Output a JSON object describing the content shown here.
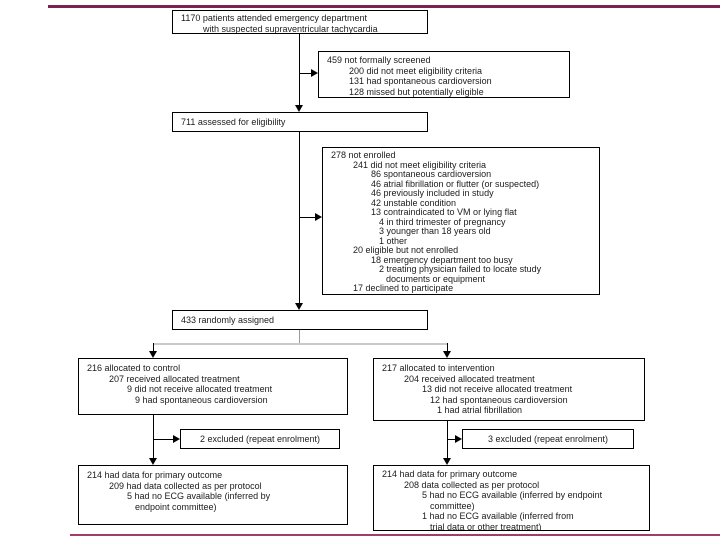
{
  "figure": {
    "type": "consort-flow-diagram",
    "colors": {
      "top_rule": "#7c2150",
      "bottom_rule": "#a23c68",
      "box_border": "#000000",
      "text": "#1b1b1b",
      "background": "#ffffff",
      "faded_connector": "#9a9a9a"
    },
    "boxes": {
      "attended": {
        "lines": [
          {
            "t": "1170 patients attended emergency department",
            "i": 0
          },
          {
            "t": "with suspected supraventricular tachycardia",
            "i": 1
          }
        ]
      },
      "not_screened": {
        "lines": [
          {
            "t": "459 not formally screened",
            "i": 0
          },
          {
            "t": "200 did not meet eligibility criteria",
            "i": 1
          },
          {
            "t": "131 had spontaneous cardioversion",
            "i": 1
          },
          {
            "t": "128 missed but potentially eligible",
            "i": 1
          }
        ]
      },
      "assessed": {
        "lines": [
          {
            "t": "711 assessed for eligibility",
            "i": 0
          }
        ]
      },
      "not_enrolled": {
        "lines": [
          {
            "t": "278 not enrolled",
            "i": 0
          },
          {
            "t": "241 did not meet eligibility criteria",
            "i": 1
          },
          {
            "t": "86 spontaneous cardioversion",
            "i": 2
          },
          {
            "t": "46 atrial fibrillation or flutter (or suspected)",
            "i": 2
          },
          {
            "t": "46 previously included in study",
            "i": 2
          },
          {
            "t": "42 unstable condition",
            "i": 2
          },
          {
            "t": "13 contraindicated to VM or lying flat",
            "i": 2
          },
          {
            "t": "4 in third trimester of pregnancy",
            "i": 3
          },
          {
            "t": "3 younger than 18 years old",
            "i": 3
          },
          {
            "t": "1 other",
            "i": 3
          },
          {
            "t": "20 eligible but not enrolled",
            "i": 1
          },
          {
            "t": "18 emergency department too busy",
            "i": 2
          },
          {
            "t": "2 treating physician failed to locate study",
            "i": 3
          },
          {
            "t": "documents or equipment",
            "i": 4
          },
          {
            "t": "17 declined to participate",
            "i": 1
          }
        ]
      },
      "randomized": {
        "lines": [
          {
            "t": "433 randomly assigned",
            "i": 0
          }
        ]
      },
      "control": {
        "lines": [
          {
            "t": "216 allocated to control",
            "i": 0
          },
          {
            "t": "207 received allocated treatment",
            "i": 1
          },
          {
            "t": "9 did not receive allocated treatment",
            "i": 2
          },
          {
            "t": "9 had spontaneous cardioversion",
            "i": 3
          }
        ]
      },
      "intervention": {
        "lines": [
          {
            "t": "217 allocated to intervention",
            "i": 0
          },
          {
            "t": "204 received allocated treatment",
            "i": 1
          },
          {
            "t": "13 did not receive allocated treatment",
            "i": 2
          },
          {
            "t": "12 had spontaneous cardioversion",
            "i": 3
          },
          {
            "t": "1 had atrial fibrillation",
            "i": 4
          }
        ]
      },
      "control_excluded": {
        "lines": [
          {
            "t": "2 excluded (repeat enrolment)",
            "i": 0
          }
        ]
      },
      "intervention_excluded": {
        "lines": [
          {
            "t": "3 excluded (repeat enrolment)",
            "i": 0
          }
        ]
      },
      "control_outcome": {
        "lines": [
          {
            "t": "214 had data for primary outcome",
            "i": 0
          },
          {
            "t": "209 had data collected as per protocol",
            "i": 1
          },
          {
            "t": "5 had no ECG available (inferred by",
            "i": 2
          },
          {
            "t": "endpoint committee)",
            "i": 3
          }
        ]
      },
      "intervention_outcome": {
        "lines": [
          {
            "t": "214 had data for primary outcome",
            "i": 0
          },
          {
            "t": "208 data collected as per protocol",
            "i": 1
          },
          {
            "t": "5 had no ECG available (inferred by endpoint",
            "i": 2
          },
          {
            "t": "committee)",
            "i": 3
          },
          {
            "t": "1 had no ECG available (inferred from",
            "i": 2
          },
          {
            "t": "trial data or other treatment)",
            "i": 3
          }
        ]
      }
    }
  }
}
